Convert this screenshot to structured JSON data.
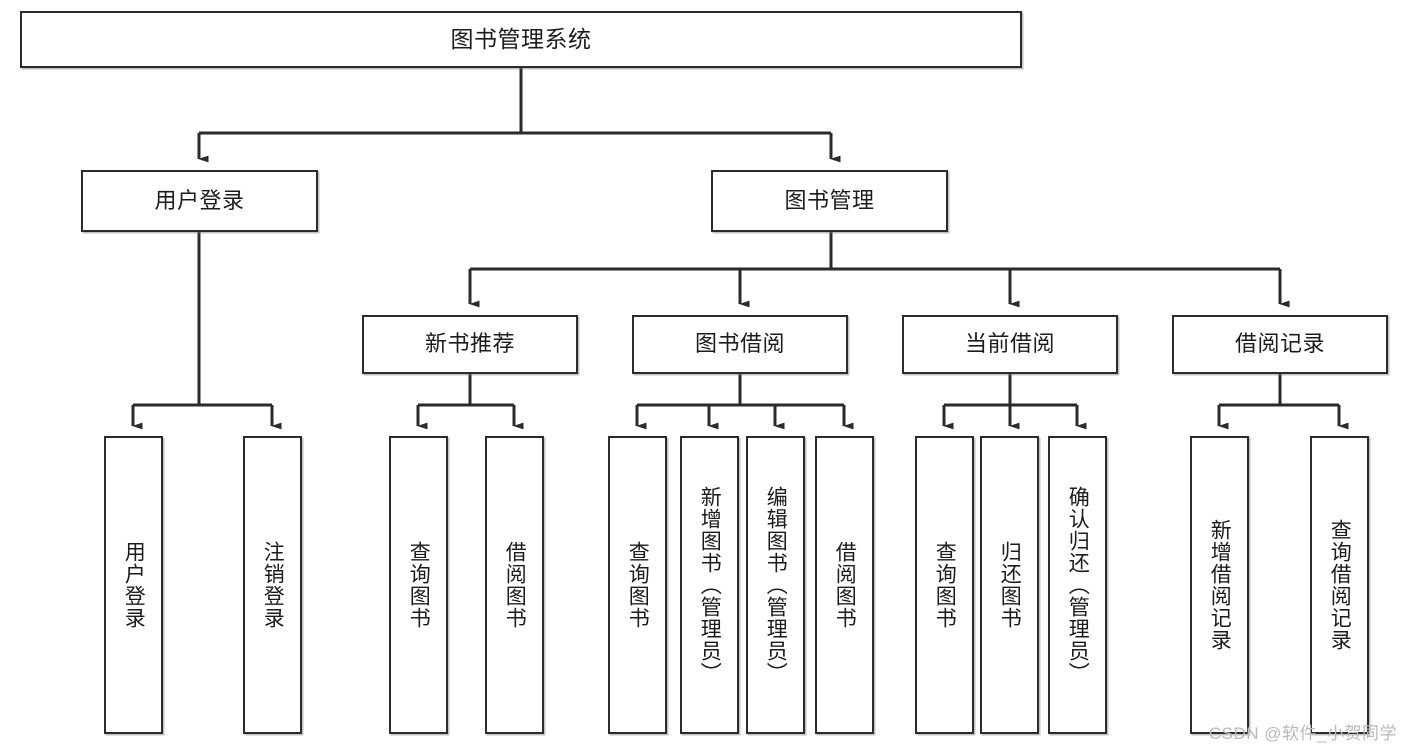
{
  "diagram": {
    "title": "图书管理系统",
    "type": "tree",
    "colors": {
      "stroke": "#2b2b2b",
      "fill": "#ffffff",
      "text": "#1c1c1c",
      "watermark": "#b9b9b9"
    },
    "root": {
      "label": "图书管理系统"
    },
    "level2": [
      {
        "label": "用户登录"
      },
      {
        "label": "图书管理"
      }
    ],
    "level3": [
      {
        "label": "新书推荐"
      },
      {
        "label": "图书借阅"
      },
      {
        "label": "当前借阅"
      },
      {
        "label": "借阅记录"
      }
    ],
    "leaves": {
      "user_login": [
        {
          "label": "用户登录"
        },
        {
          "label": "注销登录"
        }
      ],
      "new_book_recommend": [
        {
          "label": "查询图书"
        },
        {
          "label": "借阅图书"
        }
      ],
      "book_borrow": [
        {
          "label": "查询图书"
        },
        {
          "label": "新增图书（管理员）"
        },
        {
          "label": "编辑图书（管理员）"
        },
        {
          "label": "借阅图书"
        }
      ],
      "current_borrow": [
        {
          "label": "查询图书"
        },
        {
          "label": "归还图书"
        },
        {
          "label": "确认归还（管理员）"
        }
      ],
      "borrow_record": [
        {
          "label": "新增借阅记录"
        },
        {
          "label": "查询借阅记录"
        }
      ]
    }
  },
  "watermark": {
    "text": "CSDN @软件_小贺同学"
  }
}
